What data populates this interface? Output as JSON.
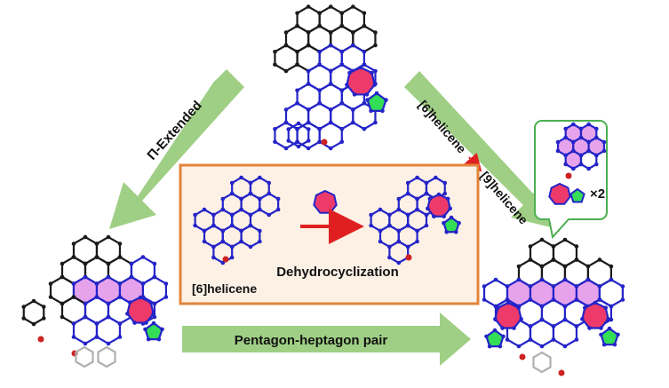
{
  "labels": {
    "pi_extended": "Π-Extended",
    "helicene_transform_a": "[6]helicene",
    "helicene_transform_b": "[9]helicene",
    "dehydrocyclization": "Dehydrocyclization",
    "six_helicene": "[6]helicene",
    "pair_arrow": "Pentagon-heptagon pair",
    "multiplier": "×2"
  },
  "colors": {
    "bond_blue": "#2424c8",
    "bond_black": "#1a1a1a",
    "oxygen_red": "#cc2222",
    "heptagon_fill": "#ee3a6a",
    "pentagon_fill": "#33dd55",
    "hexagon_fill": "#e6a3ec",
    "arrow_green": "#9fcf85",
    "box_border": "#e3843a",
    "box_fill": "#fdf1e6",
    "reaction_arrow": "#e02020"
  },
  "icons": {
    "heptagon": "heptagon-ring-icon",
    "pentagon": "pentagon-ring-icon",
    "arrow": "reaction-arrow-icon"
  }
}
